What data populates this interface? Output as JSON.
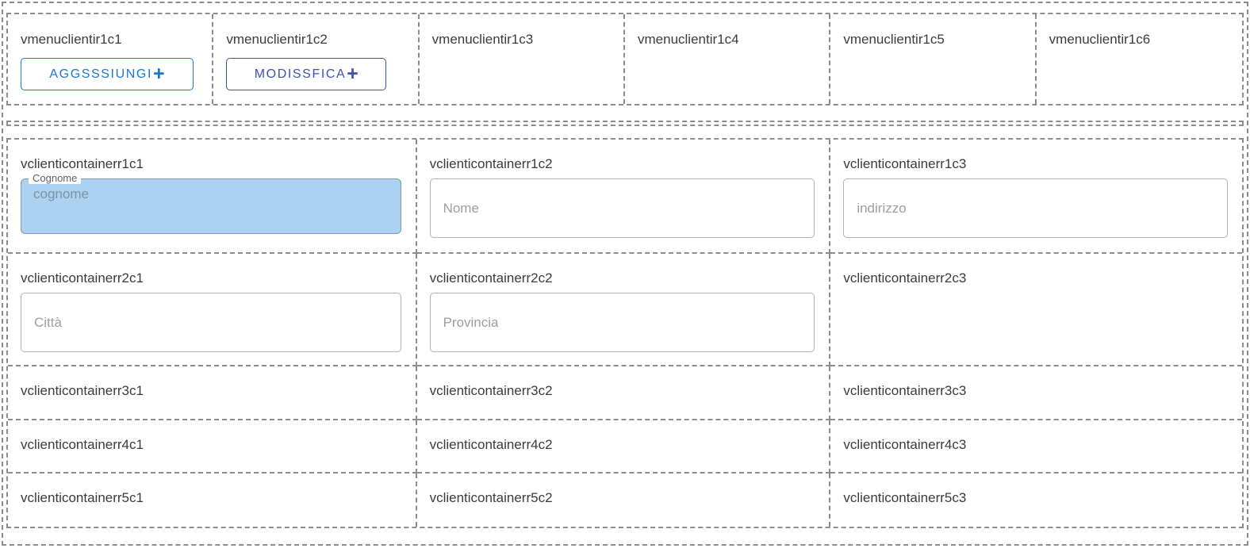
{
  "colors": {
    "primary_blue": "#1976d2",
    "indigo": "#3f51b5",
    "autofill_blue": "#abd2f1",
    "dashed_border": "#8c8c8c"
  },
  "menu": {
    "cells": [
      {
        "label": "vmenuclientir1c1",
        "button": {
          "label": "AGGSSSIUNGI",
          "icon": "plus-icon",
          "icon_glyph": "+"
        }
      },
      {
        "label": "vmenuclientir1c2",
        "button": {
          "label": "MODISSFICA",
          "icon": "plus-icon",
          "icon_glyph": "+"
        }
      },
      {
        "label": "vmenuclientir1c3"
      },
      {
        "label": "vmenuclientir1c4"
      },
      {
        "label": "vmenuclientir1c5"
      },
      {
        "label": "vmenuclientir1c6"
      }
    ]
  },
  "main": {
    "rows": [
      {
        "cells": [
          {
            "label": "vclienticontainerr1c1",
            "field": {
              "legend": "Cognome",
              "placeholder": "cognome"
            }
          },
          {
            "label": "vclienticontainerr1c2",
            "field": {
              "placeholder": "Nome"
            }
          },
          {
            "label": "vclienticontainerr1c3",
            "field": {
              "placeholder": "indirizzo"
            }
          }
        ]
      },
      {
        "cells": [
          {
            "label": "vclienticontainerr2c1",
            "field": {
              "placeholder": "Città"
            }
          },
          {
            "label": "vclienticontainerr2c2",
            "field": {
              "placeholder": "Provincia"
            }
          },
          {
            "label": "vclienticontainerr2c3"
          }
        ]
      },
      {
        "cells": [
          {
            "label": "vclienticontainerr3c1"
          },
          {
            "label": "vclienticontainerr3c2"
          },
          {
            "label": "vclienticontainerr3c3"
          }
        ]
      },
      {
        "cells": [
          {
            "label": "vclienticontainerr4c1"
          },
          {
            "label": "vclienticontainerr4c2"
          },
          {
            "label": "vclienticontainerr4c3"
          }
        ]
      },
      {
        "cells": [
          {
            "label": "vclienticontainerr5c1"
          },
          {
            "label": "vclienticontainerr5c2"
          },
          {
            "label": "vclienticontainerr5c3"
          }
        ]
      }
    ]
  }
}
